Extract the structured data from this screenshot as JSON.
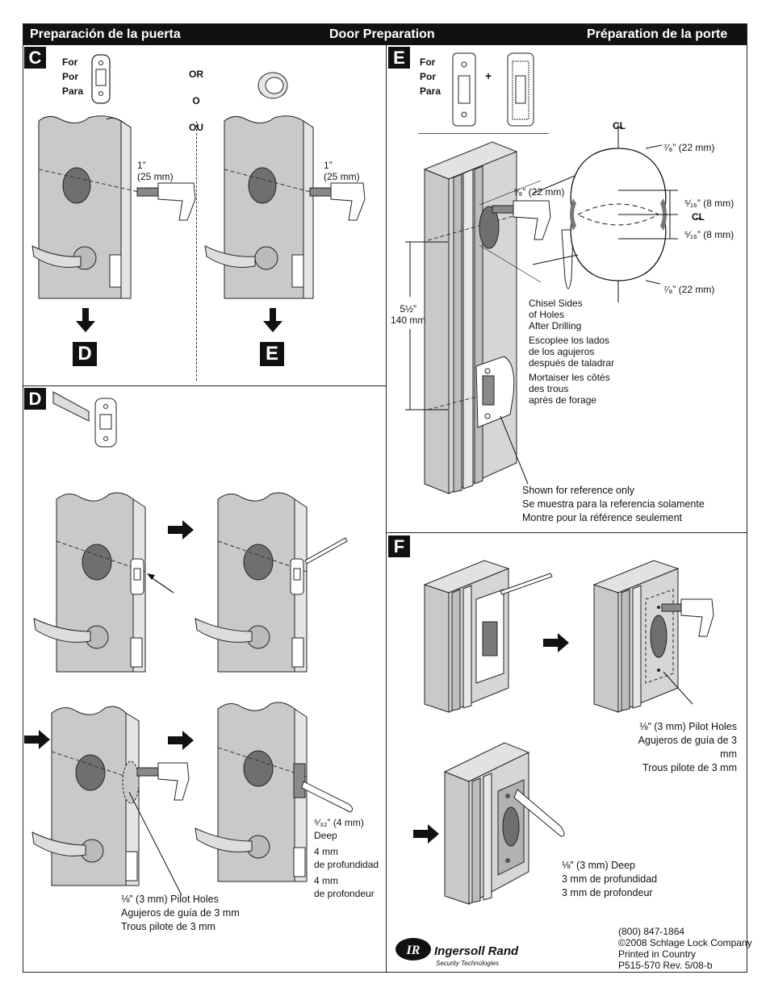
{
  "header": {
    "spanish": "Preparación de la puerta",
    "english": "Door Preparation",
    "french": "Préparation de la porte"
  },
  "section_c": {
    "label": "C",
    "for_lines": [
      "For",
      "Por",
      "Para"
    ],
    "or_lines": [
      "OR",
      "O",
      "OU"
    ],
    "left_measure": [
      "1”",
      "(25 mm)"
    ],
    "right_measure": [
      "1”",
      "(25 mm)"
    ],
    "next_left": "D",
    "next_right": "E"
  },
  "section_d": {
    "label": "D",
    "pilot_holes": [
      "⅛” (3 mm) Pilot Holes",
      "Agujeros de guía de 3 mm",
      "Trous pilote de 3 mm"
    ],
    "depth": [
      "⁵⁄₃₂” (4 mm)",
      "Deep",
      "4 mm",
      "de profundidad",
      "4 mm",
      "de profondeur"
    ]
  },
  "section_e": {
    "label": "E",
    "for_lines": [
      "For",
      "Por",
      "Para"
    ],
    "plus": "+",
    "centerline": "C̶L",
    "dim_top": "⁷⁄₈” (22 mm)",
    "dim_hole": "⁷⁄₈” (22 mm)",
    "dim_upper_offset": "⁵⁄₁₆” (8 mm)",
    "dim_lower_offset": "⁵⁄₁₆” (8 mm)",
    "dim_bottom": "⁷⁄₈” (22 mm)",
    "spacing": [
      "5½”",
      "140 mm"
    ],
    "chisel_en": [
      "Chisel Sides",
      "of Holes",
      "After Drilling"
    ],
    "chisel_es": [
      "Escoplee los lados",
      "de los agujeros",
      "después de taladrar"
    ],
    "chisel_fr": [
      "Mortaiser les côtés",
      "des trous",
      "après de forage"
    ],
    "reference": [
      "Shown for reference only",
      "Se muestra para la referencia solamente",
      "Montre pour la référence seulement"
    ]
  },
  "section_f": {
    "label": "F",
    "pilot_holes": [
      "⅛” (3 mm) Pilot Holes",
      "Agujeros de guía de 3 mm",
      "Trous pilote de 3 mm"
    ],
    "depth": [
      "⅛” (3 mm) Deep",
      "3 mm de profundidad",
      "3 mm de profondeur"
    ]
  },
  "footer": {
    "logo_mark": "IR",
    "brand": "Ingersoll Rand",
    "tagline": "Security Technologies",
    "info": [
      "(800) 847-1864",
      "©2008 Schlage Lock Company",
      "Printed in Country",
      "P515-570 Rev. 5/08-b"
    ]
  },
  "colors": {
    "door": "#cfcfcf",
    "door_dark": "#9a9a9a",
    "hole": "#6f6f6f",
    "ink": "#111111"
  }
}
